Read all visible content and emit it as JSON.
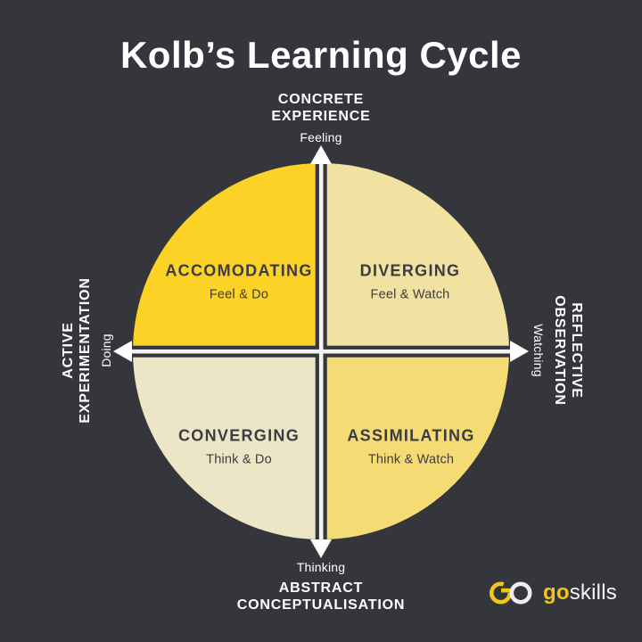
{
  "title": "Kolb’s Learning Cycle",
  "colors": {
    "background": "#35363C",
    "text_dark": "#3B3C42",
    "text_light": "#FFFFFF",
    "axis_line": "#F2F2F2",
    "arrow": "#FFFFFF"
  },
  "axes": {
    "top": {
      "title_line1": "CONCRETE",
      "title_line2": "EXPERIENCE",
      "sub": "Feeling"
    },
    "right": {
      "title_line1": "REFLECTIVE",
      "title_line2": "OBSERVATION",
      "sub": "Watching"
    },
    "bottom": {
      "title_line1": "ABSTRACT",
      "title_line2": "CONCEPTUALISATION",
      "sub": "Thinking"
    },
    "left": {
      "title_line1": "ACTIVE",
      "title_line2": "EXPERIMENTATION",
      "sub": "Doing"
    }
  },
  "quadrants": {
    "accommodating": {
      "name": "ACCOMODATING",
      "sub": "Feel & Do",
      "color": "#FDD226"
    },
    "diverging": {
      "name": "DIVERGING",
      "sub": "Feel & Watch",
      "color": "#F1E2A2"
    },
    "converging": {
      "name": "CONVERGING",
      "sub": "Think & Do",
      "color": "#ECE6C6"
    },
    "assimilating": {
      "name": "ASSIMILATING",
      "sub": "Think & Watch",
      "color": "#F5DB74"
    }
  },
  "logo": {
    "go": "go",
    "skills": "skills",
    "icon_yellow": "#F0C714",
    "icon_white": "#EDEDED"
  }
}
